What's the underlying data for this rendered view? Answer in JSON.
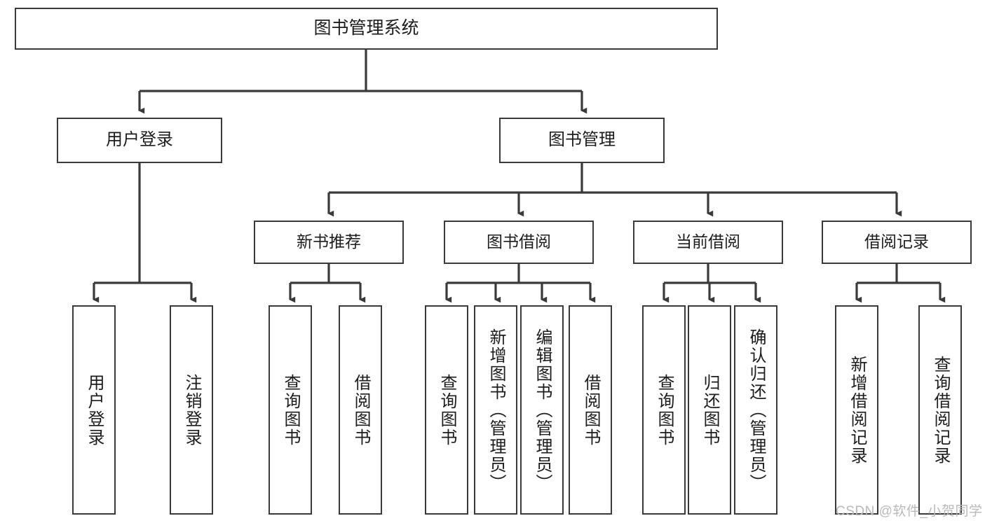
{
  "diagram": {
    "title": "图书管理系统",
    "type": "tree-hierarchy-diagram",
    "colors": {
      "box_border": "#3a3a3a",
      "box_fill": "#ffffff",
      "connector": "#3a3a3a",
      "text": "#1c1c1c",
      "watermark": "#b9b9b9"
    },
    "root": {
      "label": "图书管理系统"
    },
    "level2": [
      {
        "label": "用户登录"
      },
      {
        "label": "图书管理"
      }
    ],
    "level3": [
      {
        "label": "新书推荐"
      },
      {
        "label": "图书借阅"
      },
      {
        "label": "当前借阅"
      },
      {
        "label": "借阅记录"
      }
    ],
    "leaves": {
      "user_login": [
        {
          "label": "用户登录"
        },
        {
          "label": "注销登录"
        }
      ],
      "new_book_recommend": [
        {
          "label": "查询图书"
        },
        {
          "label": "借阅图书"
        }
      ],
      "book_borrow": [
        {
          "label": "查询图书"
        },
        {
          "label": "新增图书（管理员）"
        },
        {
          "label": "编辑图书（管理员）"
        },
        {
          "label": "借阅图书"
        }
      ],
      "current_borrow": [
        {
          "label": "查询图书"
        },
        {
          "label": "归还图书"
        },
        {
          "label": "确认归还（管理员）"
        }
      ],
      "borrow_record": [
        {
          "label": "新增借阅记录"
        },
        {
          "label": "查询借阅记录"
        }
      ]
    }
  },
  "watermark": {
    "text": "CSDN @软件_小贺同学"
  }
}
